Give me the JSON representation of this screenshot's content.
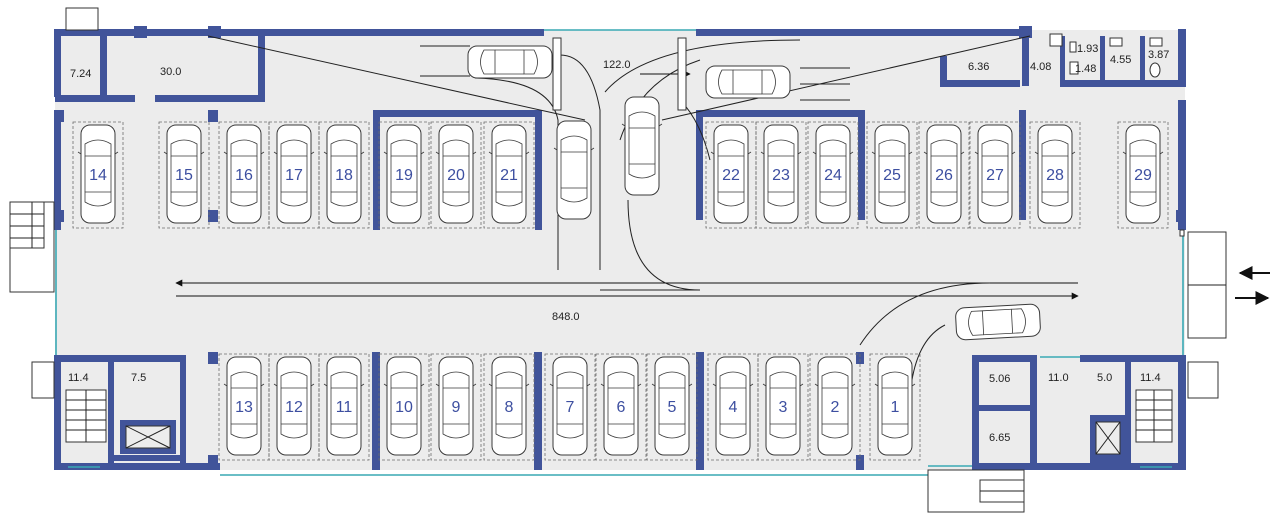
{
  "areas": {
    "a_7_24": "7.24",
    "a_30_0": "30.0",
    "a_122_0": "122.0",
    "a_6_36": "6.36",
    "a_4_08": "4.08",
    "a_1_93": "1.93",
    "a_1_48": "1.48",
    "a_4_55": "4.55",
    "a_3_87": "3.87",
    "a_848_0": "848.0",
    "a_11_4_left": "11.4",
    "a_7_5": "7.5",
    "a_5_06": "5.06",
    "a_6_65": "6.65",
    "a_11_0": "11.0",
    "a_5_0": "5.0",
    "a_11_4_right": "11.4"
  },
  "spaces_top": [
    "14",
    "15",
    "16",
    "17",
    "18",
    "19",
    "20",
    "21",
    "22",
    "23",
    "24",
    "25",
    "26",
    "27",
    "28",
    "29"
  ],
  "spaces_bottom": [
    "13",
    "12",
    "11",
    "10",
    "9",
    "8",
    "7",
    "6",
    "5",
    "4",
    "3",
    "2",
    "1"
  ],
  "colors": {
    "wall": "#41549a",
    "floor": "#ececec",
    "glazing": "#39a9b4",
    "space_number": "#3d4fa0"
  }
}
